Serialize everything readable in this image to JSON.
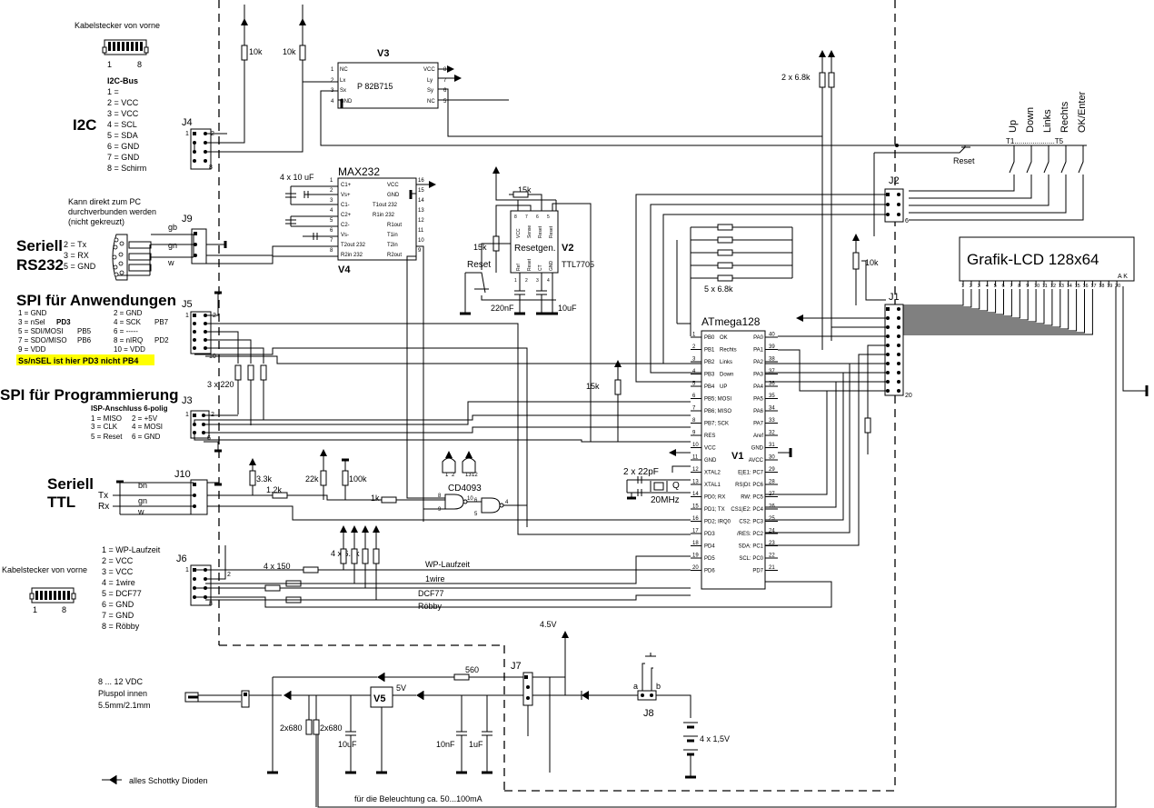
{
  "sections": {
    "i2c": "I2C",
    "rs232_1": "Seriell",
    "rs232_2": "RS232",
    "spi_app": "SPI für Anwendungen",
    "spi_prog": "SPI für Programmierung",
    "ttl_1": "Seriell",
    "ttl_2": "TTL"
  },
  "notes": {
    "cable_front_1": "Kabelstecker von vorne",
    "cable_front_2": "Kabelstecker von vorne",
    "cable_pin_a1": "1",
    "cable_pin_b1": "8",
    "cable_pin_a2": "1",
    "cable_pin_b2": "8",
    "pc_direct_1": "Kann direkt zum PC",
    "pc_direct_2": "durchverbunden werden",
    "pc_direct_3": "(nicht gekreuzt)",
    "spi_warning": "Ss/nSEL ist hier PD3 nicht PB4",
    "isp_header": "ISP-Anschluss 6-polig",
    "power_in_1": "8 ... 12 VDC",
    "power_in_2": "Pluspol innen",
    "power_in_3": "5.5mm/2.1mm",
    "schottky": "alles Schottky Dioden",
    "backlight": "für die Beleuchtung ca. 50...100mA"
  },
  "i2c_bus": {
    "title": "I2C-Bus",
    "pins": [
      "1 =",
      "2 = VCC",
      "3 = VCC",
      "4 = SCL",
      "5 = SDA",
      "6 = GND",
      "7 = GND",
      "8 = Schirm"
    ]
  },
  "rs232_pins": [
    "2 = Tx",
    "3 = RX",
    "5 = GND"
  ],
  "spi_app_pins": [
    [
      "1 = GND",
      "2 = GND",
      ""
    ],
    [
      "3 = nSel",
      "4 = SCK",
      "PB7"
    ],
    [
      "5 = SDI/MOSI",
      "6 = -----",
      ""
    ],
    [
      "7 = SDO/MISO",
      "8 = nIRQ",
      "PD2"
    ],
    [
      "9 = VDD",
      "10 = VDD",
      ""
    ]
  ],
  "spi_app_extra": {
    "pd3": "PD3",
    "pb5": "PB5",
    "pb6": "PB6"
  },
  "isp_pins": [
    [
      "1 = MISO",
      "2 = +5V"
    ],
    [
      "3 = CLK",
      "4 = MOSI"
    ],
    [
      "5 = Reset",
      "6 = GND"
    ]
  ],
  "j6_pins": [
    "1 = WP-Laufzeit",
    "2 = VCC",
    "3 = VCC",
    "4 = 1wire",
    "5 = DCF77",
    "6 = GND",
    "7 = GND",
    "8 = Röbby"
  ],
  "connectors": {
    "j1": "J1",
    "j2": "J2",
    "j3": "J3",
    "j4": "J4",
    "j5": "J5",
    "j6": "J6",
    "j7": "J7",
    "j8": "J8",
    "j9": "J9",
    "j10": "J10"
  },
  "components": {
    "v1": "V1",
    "v2": "V2",
    "v3": "V3",
    "v4": "V4",
    "v5": "V5",
    "mcu": "ATmega128",
    "max232": "MAX232",
    "i2c_chip": "P 82B715",
    "reset_chip": "TTL7705",
    "reset_chip_label": "Resetgen.",
    "nand": "CD4093",
    "lcd": "Grafik-LCD 128x64",
    "lcd_ak": "A K",
    "crystal": "Q",
    "crystal_freq": "20MHz"
  },
  "values": {
    "r10k_a": "10k",
    "r10k_b": "10k",
    "r2x68": "2 x 6.8k",
    "r15k_a": "15k",
    "r15k_b": "15k",
    "r15k_c": "15k",
    "c4x10u": "4 x 10 uF",
    "r5x68": "5 x 6.8k",
    "pot10k": "10k",
    "r3x220": "3 x 220",
    "c2x22p": "2 x 22pF",
    "r33k": "3.3k",
    "r12k": "1.2k",
    "r22k": "22k",
    "r100k": "100k",
    "r1k": "1k",
    "r4x150": "4 x 150",
    "r4x68": "4 x 6.8k",
    "r560": "560",
    "v45": "4.5V",
    "v5": "5V",
    "r2x680a": "2x680",
    "r2x680b": "2x680",
    "c10u_a": "10uF",
    "c10n": "10nF",
    "c1u": "1uF",
    "c220n": "220nF",
    "c10u_b": "10uF",
    "bat": "4 x 1,5V"
  },
  "buttons": {
    "up": "Up",
    "down": "Down",
    "links": "Links",
    "rechts": "Rechts",
    "ok": "OK/Enter",
    "range": "T1....................T5",
    "reset_top": "Reset",
    "reset_side": "Reset"
  },
  "wires": {
    "gb": "gb",
    "gn": "gn",
    "w": "w",
    "bn": "bn",
    "gn2": "gn",
    "w2": "w",
    "tx": "Tx",
    "rx": "Rx",
    "wp": "WP-Laufzeit",
    "onewire": "1wire",
    "dcf": "DCF77",
    "robby": "Röbby",
    "j8a": "a",
    "j8b": "b"
  },
  "atmega_left": [
    [
      "1",
      "PB0",
      "OK"
    ],
    [
      "2",
      "PB1",
      "Rechts"
    ],
    [
      "3",
      "PB2",
      "Links"
    ],
    [
      "4",
      "PB3",
      "Down"
    ],
    [
      "5",
      "PB4",
      "UP"
    ],
    [
      "6",
      "PB5; MOSI",
      ""
    ],
    [
      "7",
      "PB6; MISO",
      ""
    ],
    [
      "8",
      "PB7; SCK",
      ""
    ],
    [
      "9",
      "RES",
      ""
    ],
    [
      "10",
      "VCC",
      ""
    ],
    [
      "11",
      "GND",
      ""
    ],
    [
      "12",
      "XTAL2",
      ""
    ],
    [
      "13",
      "XTAL1",
      ""
    ],
    [
      "14",
      "PD0; RX",
      ""
    ],
    [
      "15",
      "PD1; TX",
      ""
    ],
    [
      "16",
      "PD2; IRQ0",
      ""
    ],
    [
      "17",
      "PD3",
      ""
    ],
    [
      "18",
      "PD4",
      ""
    ],
    [
      "19",
      "PD5",
      ""
    ],
    [
      "20",
      "PD6",
      ""
    ]
  ],
  "atmega_right": [
    [
      "40",
      "PA0"
    ],
    [
      "39",
      "PA1"
    ],
    [
      "38",
      "PA2"
    ],
    [
      "37",
      "PA3"
    ],
    [
      "36",
      "PA4"
    ],
    [
      "35",
      "PA5"
    ],
    [
      "34",
      "PA6"
    ],
    [
      "33",
      "PA7"
    ],
    [
      "32",
      "Aref"
    ],
    [
      "31",
      "GND"
    ],
    [
      "30",
      "AVCC"
    ],
    [
      "29",
      "E|E1: PC7"
    ],
    [
      "28",
      "RS|DI: PC6"
    ],
    [
      "27",
      "RW: PC5"
    ],
    [
      "26",
      "CS1|E2: PC4"
    ],
    [
      "25",
      "CS2: PC3"
    ],
    [
      "24",
      "/RES: PC2"
    ],
    [
      "23",
      "SDA: PC1"
    ],
    [
      "22",
      "SCL: PC0"
    ],
    [
      "21",
      "PD7"
    ]
  ],
  "v3_pins": {
    "left": [
      [
        "1",
        "NC"
      ],
      [
        "2",
        "Lx"
      ],
      [
        "3",
        "Sx"
      ],
      [
        "4",
        "GND"
      ]
    ],
    "right": [
      [
        "8",
        "VCC"
      ],
      [
        "7",
        "Ly"
      ],
      [
        "6",
        "Sy"
      ],
      [
        "5",
        "NC"
      ]
    ]
  },
  "max232_pins": {
    "left": [
      [
        "1",
        "C1+"
      ],
      [
        "2",
        "Vs+"
      ],
      [
        "3",
        "C1-"
      ],
      [
        "4",
        "C2+"
      ],
      [
        "5",
        "C2-"
      ],
      [
        "6",
        "Vs-"
      ],
      [
        "7",
        "T2out 232"
      ],
      [
        "8",
        "R2in 232"
      ]
    ],
    "right": [
      [
        "16",
        "VCC"
      ],
      [
        "15",
        "GND"
      ],
      [
        "14",
        "T1out 232"
      ],
      [
        "13",
        "R1in 232"
      ],
      [
        "12",
        "R1out"
      ],
      [
        "11",
        "T1in"
      ],
      [
        "10",
        "T2in"
      ],
      [
        "9",
        "R2out"
      ]
    ]
  },
  "v2_pins": {
    "top": [
      "VCC",
      "Sense",
      "Reset",
      "Reset"
    ],
    "bottom": [
      "Ref",
      "Reset",
      "CT",
      "GND"
    ],
    "top_nums": [
      "8",
      "7",
      "6",
      "5"
    ],
    "bottom_nums": [
      "1",
      "2",
      "3",
      "4"
    ]
  },
  "lcd_pins": [
    "1",
    "2",
    "3",
    "4",
    "5",
    "6",
    "7",
    "8",
    "9",
    "10",
    "11",
    "12",
    "13",
    "14",
    "15",
    "16",
    "17",
    "18",
    "19",
    "20"
  ],
  "nand_pins": {
    "in1": "8",
    "in2": "9",
    "out1": "10",
    "in3": "6",
    "in4": "5",
    "out2": "4",
    "pkg": [
      "1",
      "2",
      "13",
      "12"
    ]
  },
  "j2_pin": "6",
  "j1_pin": "20",
  "header_pins": {
    "a1": "1",
    "a2": "2",
    "b1": "1",
    "b2": "2",
    "b10": "10",
    "c1": "1",
    "c2": "2",
    "c6": "6",
    "d1": "1",
    "d2": "2",
    "d8": "8",
    "e8": "8"
  }
}
